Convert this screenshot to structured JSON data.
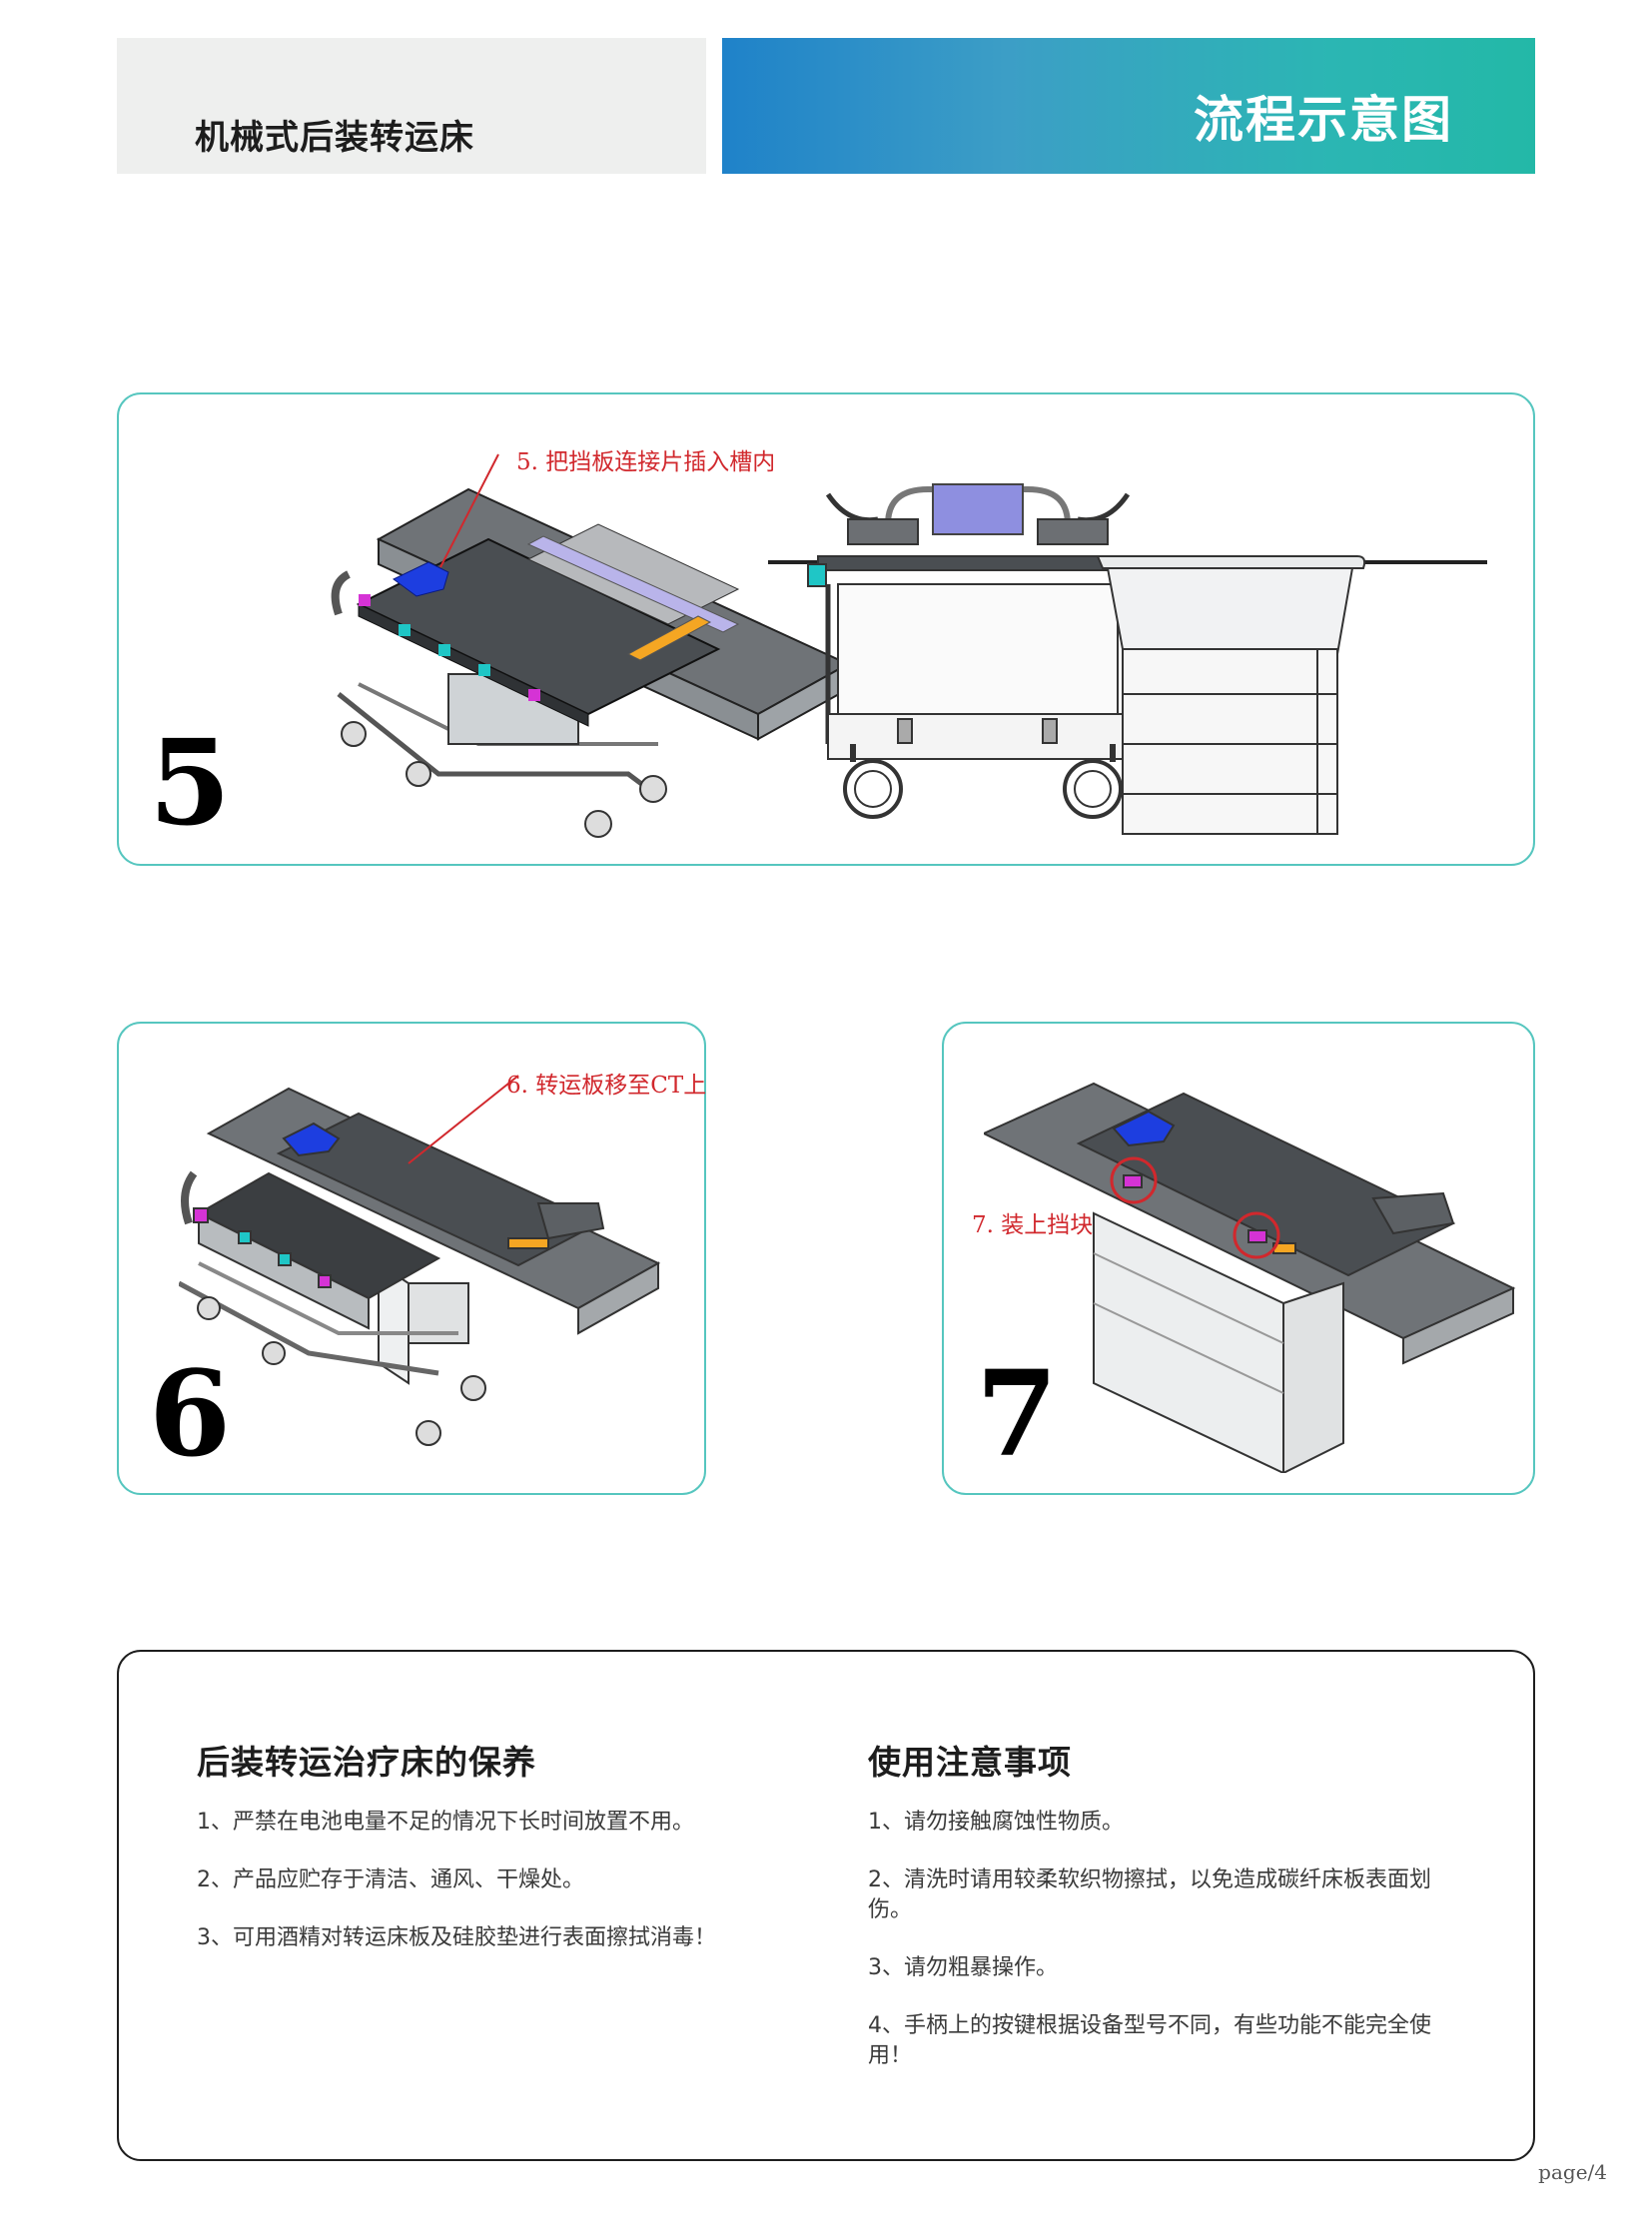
{
  "header": {
    "product_title": "机械式后装转运床",
    "section_title": "流程示意图"
  },
  "steps": [
    {
      "number": "5",
      "callout": "5. 把挡板连接片插入槽内"
    },
    {
      "number": "6",
      "callout": "6. 转运板移至CT上"
    },
    {
      "number": "7",
      "callout": "7. 装上挡块"
    }
  ],
  "maintenance": {
    "title": "后装转运治疗床的保养",
    "items": [
      "1、严禁在电池电量不足的情况下长时间放置不用。",
      "2、产品应贮存于清洁、通风、干燥处。",
      "3、可用酒精对转运床板及硅胶垫进行表面擦拭消毒！"
    ]
  },
  "precautions": {
    "title": "使用注意事项",
    "items": [
      "1、请勿接触腐蚀性物质。",
      "2、清洗时请用较柔软织物擦拭，以免造成碳纤床板表面划伤。",
      "3、请勿粗暴操作。",
      "4、手柄上的按键根据设备型号不同，有些功能不能完全使用！"
    ]
  },
  "footer": {
    "page": "page/4"
  },
  "colors": {
    "panel_border": "#56c6bf",
    "header_gradient_start": "#1f82c9",
    "header_gradient_end": "#23b8a7",
    "callout_red": "#d1282d"
  }
}
